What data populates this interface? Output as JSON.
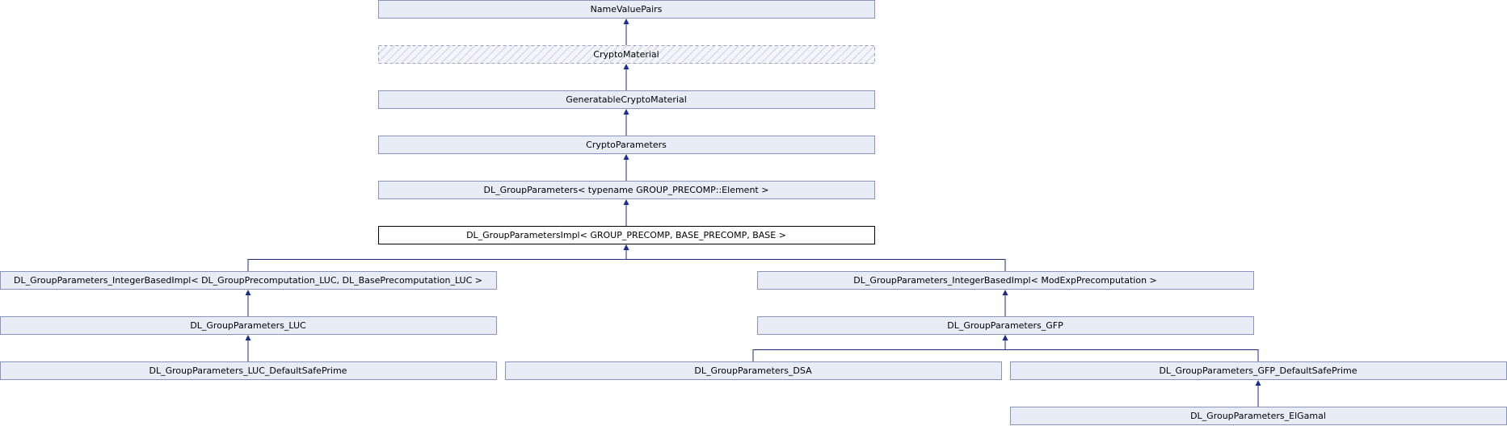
{
  "colors": {
    "node_fill": "#e8ecf7",
    "node_border": "#8a93c0",
    "current_border": "#000000",
    "edge": "#1c2a8a"
  },
  "nodes": [
    {
      "id": "namevaluepairs",
      "label": "NameValuePairs"
    },
    {
      "id": "cryptomaterial",
      "label": "CryptoMaterial",
      "virtual": true
    },
    {
      "id": "generatablecryptomaterial",
      "label": "GeneratableCryptoMaterial"
    },
    {
      "id": "cryptoparameters",
      "label": "CryptoParameters"
    },
    {
      "id": "dl-groupparameters",
      "label": "DL_GroupParameters< typename GROUP_PRECOMP::Element >"
    },
    {
      "id": "dl-groupparametersimpl",
      "label": "DL_GroupParametersImpl< GROUP_PRECOMP, BASE_PRECOMP, BASE >",
      "current": true
    },
    {
      "id": "dl-integerbasedimpl-luc",
      "label": "DL_GroupParameters_IntegerBasedImpl< DL_GroupPrecomputation_LUC, DL_BasePrecomputation_LUC >"
    },
    {
      "id": "dl-integerbasedimpl-modexp",
      "label": "DL_GroupParameters_IntegerBasedImpl< ModExpPrecomputation >"
    },
    {
      "id": "dl-luc",
      "label": "DL_GroupParameters_LUC"
    },
    {
      "id": "dl-gfp",
      "label": "DL_GroupParameters_GFP"
    },
    {
      "id": "dl-luc-defaultsafeprime",
      "label": "DL_GroupParameters_LUC_DefaultSafePrime"
    },
    {
      "id": "dl-dsa",
      "label": "DL_GroupParameters_DSA"
    },
    {
      "id": "dl-gfp-defaultsafeprime",
      "label": "DL_GroupParameters_GFP_DefaultSafePrime"
    },
    {
      "id": "dl-elgamal",
      "label": "DL_GroupParameters_ElGamal"
    }
  ],
  "edges": [
    {
      "from": "cryptomaterial",
      "to": "namevaluepairs"
    },
    {
      "from": "generatablecryptomaterial",
      "to": "cryptomaterial"
    },
    {
      "from": "cryptoparameters",
      "to": "generatablecryptomaterial"
    },
    {
      "from": "dl-groupparameters",
      "to": "cryptoparameters"
    },
    {
      "from": "dl-groupparametersimpl",
      "to": "dl-groupparameters"
    },
    {
      "from": "dl-integerbasedimpl-luc",
      "to": "dl-groupparametersimpl"
    },
    {
      "from": "dl-integerbasedimpl-modexp",
      "to": "dl-groupparametersimpl"
    },
    {
      "from": "dl-luc",
      "to": "dl-integerbasedimpl-luc"
    },
    {
      "from": "dl-gfp",
      "to": "dl-integerbasedimpl-modexp"
    },
    {
      "from": "dl-luc-defaultsafeprime",
      "to": "dl-luc"
    },
    {
      "from": "dl-dsa",
      "to": "dl-gfp"
    },
    {
      "from": "dl-gfp-defaultsafeprime",
      "to": "dl-gfp"
    },
    {
      "from": "dl-elgamal",
      "to": "dl-gfp-defaultsafeprime"
    }
  ]
}
